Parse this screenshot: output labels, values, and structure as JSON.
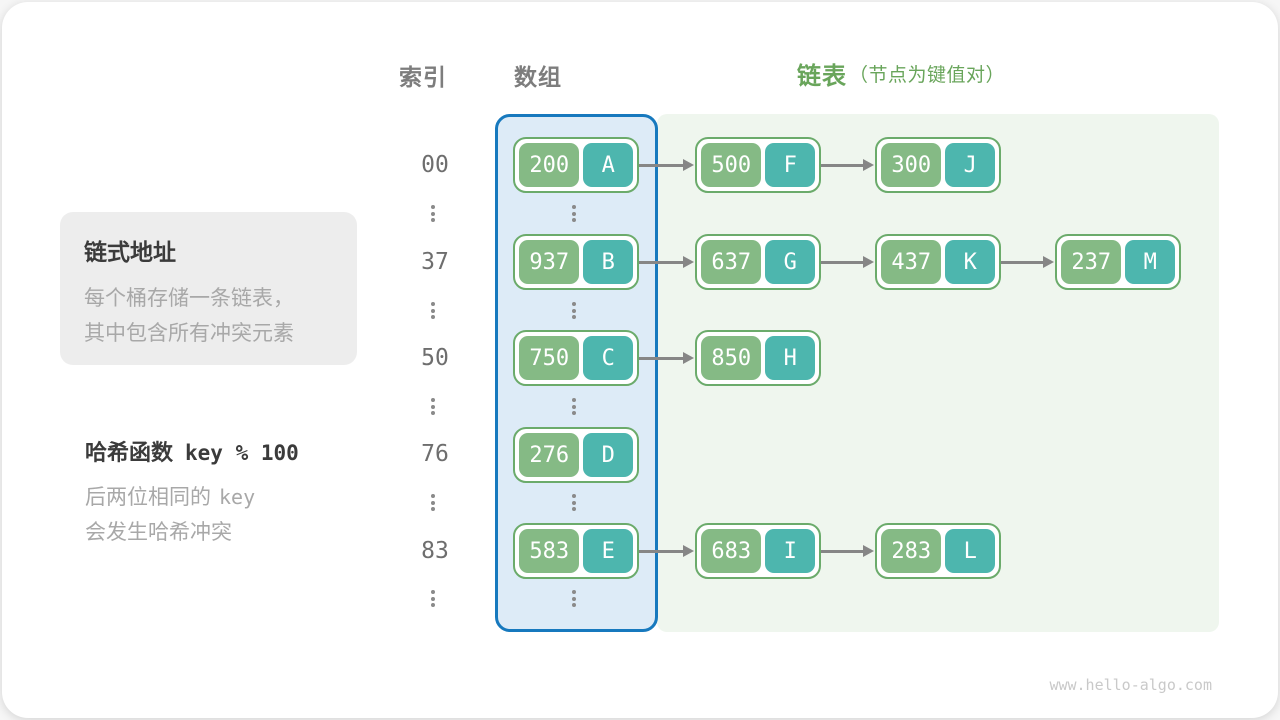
{
  "headers": {
    "index": "索引",
    "array": "数组",
    "list": "链表",
    "list_note": "（节点为键值对）"
  },
  "info_box": {
    "title": "链式地址",
    "lines": [
      "每个桶存储一条链表，",
      "其中包含所有冲突元素"
    ]
  },
  "hash_note": {
    "label": "哈希函数",
    "formula": "key % 100",
    "desc_cn": "后两位相同的",
    "desc_code": "key",
    "desc2": "会发生哈希冲突"
  },
  "rows": [
    {
      "index": "00",
      "bucket": {
        "key": "200",
        "value": "A"
      },
      "chain": [
        {
          "key": "500",
          "value": "F"
        },
        {
          "key": "300",
          "value": "J"
        }
      ]
    },
    {
      "index": "37",
      "bucket": {
        "key": "937",
        "value": "B"
      },
      "chain": [
        {
          "key": "637",
          "value": "G"
        },
        {
          "key": "437",
          "value": "K"
        },
        {
          "key": "237",
          "value": "M"
        }
      ]
    },
    {
      "index": "50",
      "bucket": {
        "key": "750",
        "value": "C"
      },
      "chain": [
        {
          "key": "850",
          "value": "H"
        }
      ]
    },
    {
      "index": "76",
      "bucket": {
        "key": "276",
        "value": "D"
      },
      "chain": []
    },
    {
      "index": "83",
      "bucket": {
        "key": "583",
        "value": "E"
      },
      "chain": [
        {
          "key": "683",
          "value": "I"
        },
        {
          "key": "283",
          "value": "L"
        }
      ]
    }
  ],
  "watermark": "www.hello-algo.com",
  "colors": {
    "array_border": "#1779be",
    "array_fill": "#ddebf7",
    "list_fill": "#eff6ee",
    "node_border": "#6bab6b",
    "key_fill": "#85ba85",
    "value_fill": "#4db6ae",
    "header_gray": "#7d7d7d",
    "header_green": "#69a55b",
    "text_dark": "#3b3b3b",
    "text_gray": "#a8a8a8",
    "arrow_gray": "#868686"
  }
}
